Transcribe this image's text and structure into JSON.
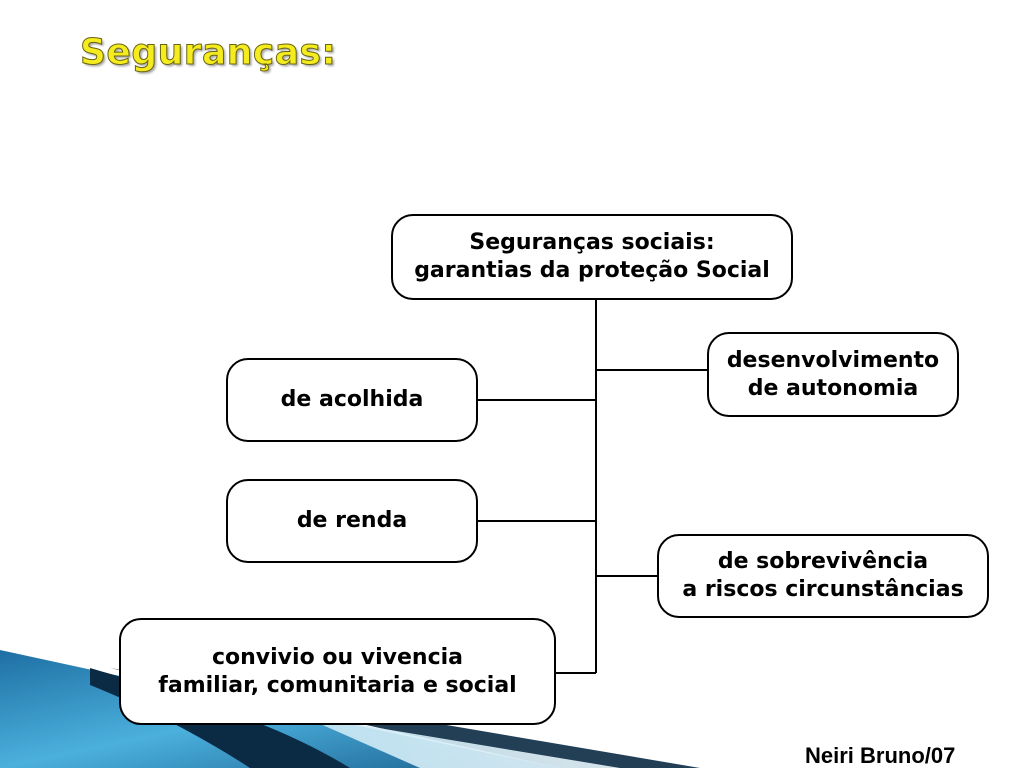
{
  "slide": {
    "title": "Seguranças:",
    "footer": "Neiri Bruno/07"
  },
  "diagram": {
    "root": {
      "line1": "Seguranças sociais:",
      "line2": "garantias da proteção Social"
    },
    "left_nodes": {
      "acolhida": "de acolhida",
      "renda": "de renda",
      "convivio_line1": "convivio ou vivencia",
      "convivio_line2": "familiar, comunitaria e social"
    },
    "right_nodes": {
      "autonomia_line1": "desenvolvimento",
      "autonomia_line2": "de autonomia",
      "sobrevivencia_line1": "de sobrevivência",
      "sobrevivencia_line2": "a riscos circunstâncias"
    }
  },
  "colors": {
    "title": "#f5ec1f",
    "decor_dark": "#0b2a44",
    "decor_blue": "#2a8fc4",
    "decor_light": "#a8d8ee"
  }
}
